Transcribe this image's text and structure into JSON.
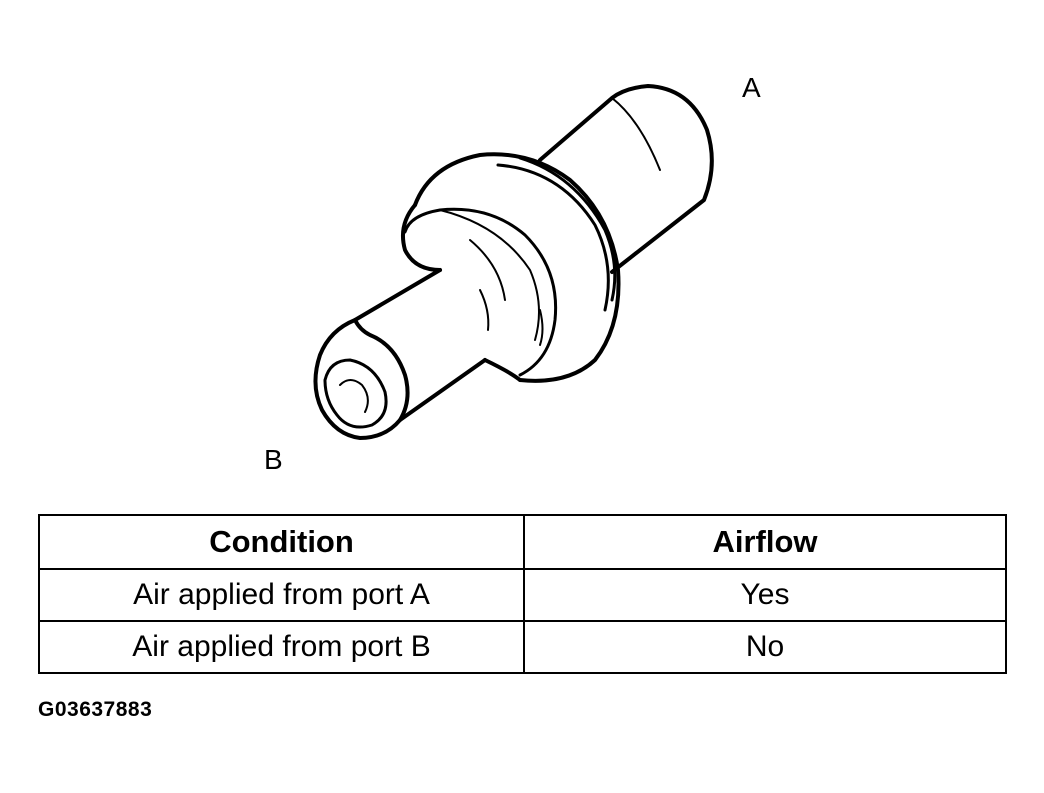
{
  "diagram": {
    "port_a_label": "A",
    "port_b_label": "B"
  },
  "table": {
    "headers": [
      "Condition",
      "Airflow"
    ],
    "rows": [
      [
        "Air applied from port A",
        "Yes"
      ],
      [
        "Air applied from port B",
        "No"
      ]
    ]
  },
  "figure_code": "G03637883"
}
